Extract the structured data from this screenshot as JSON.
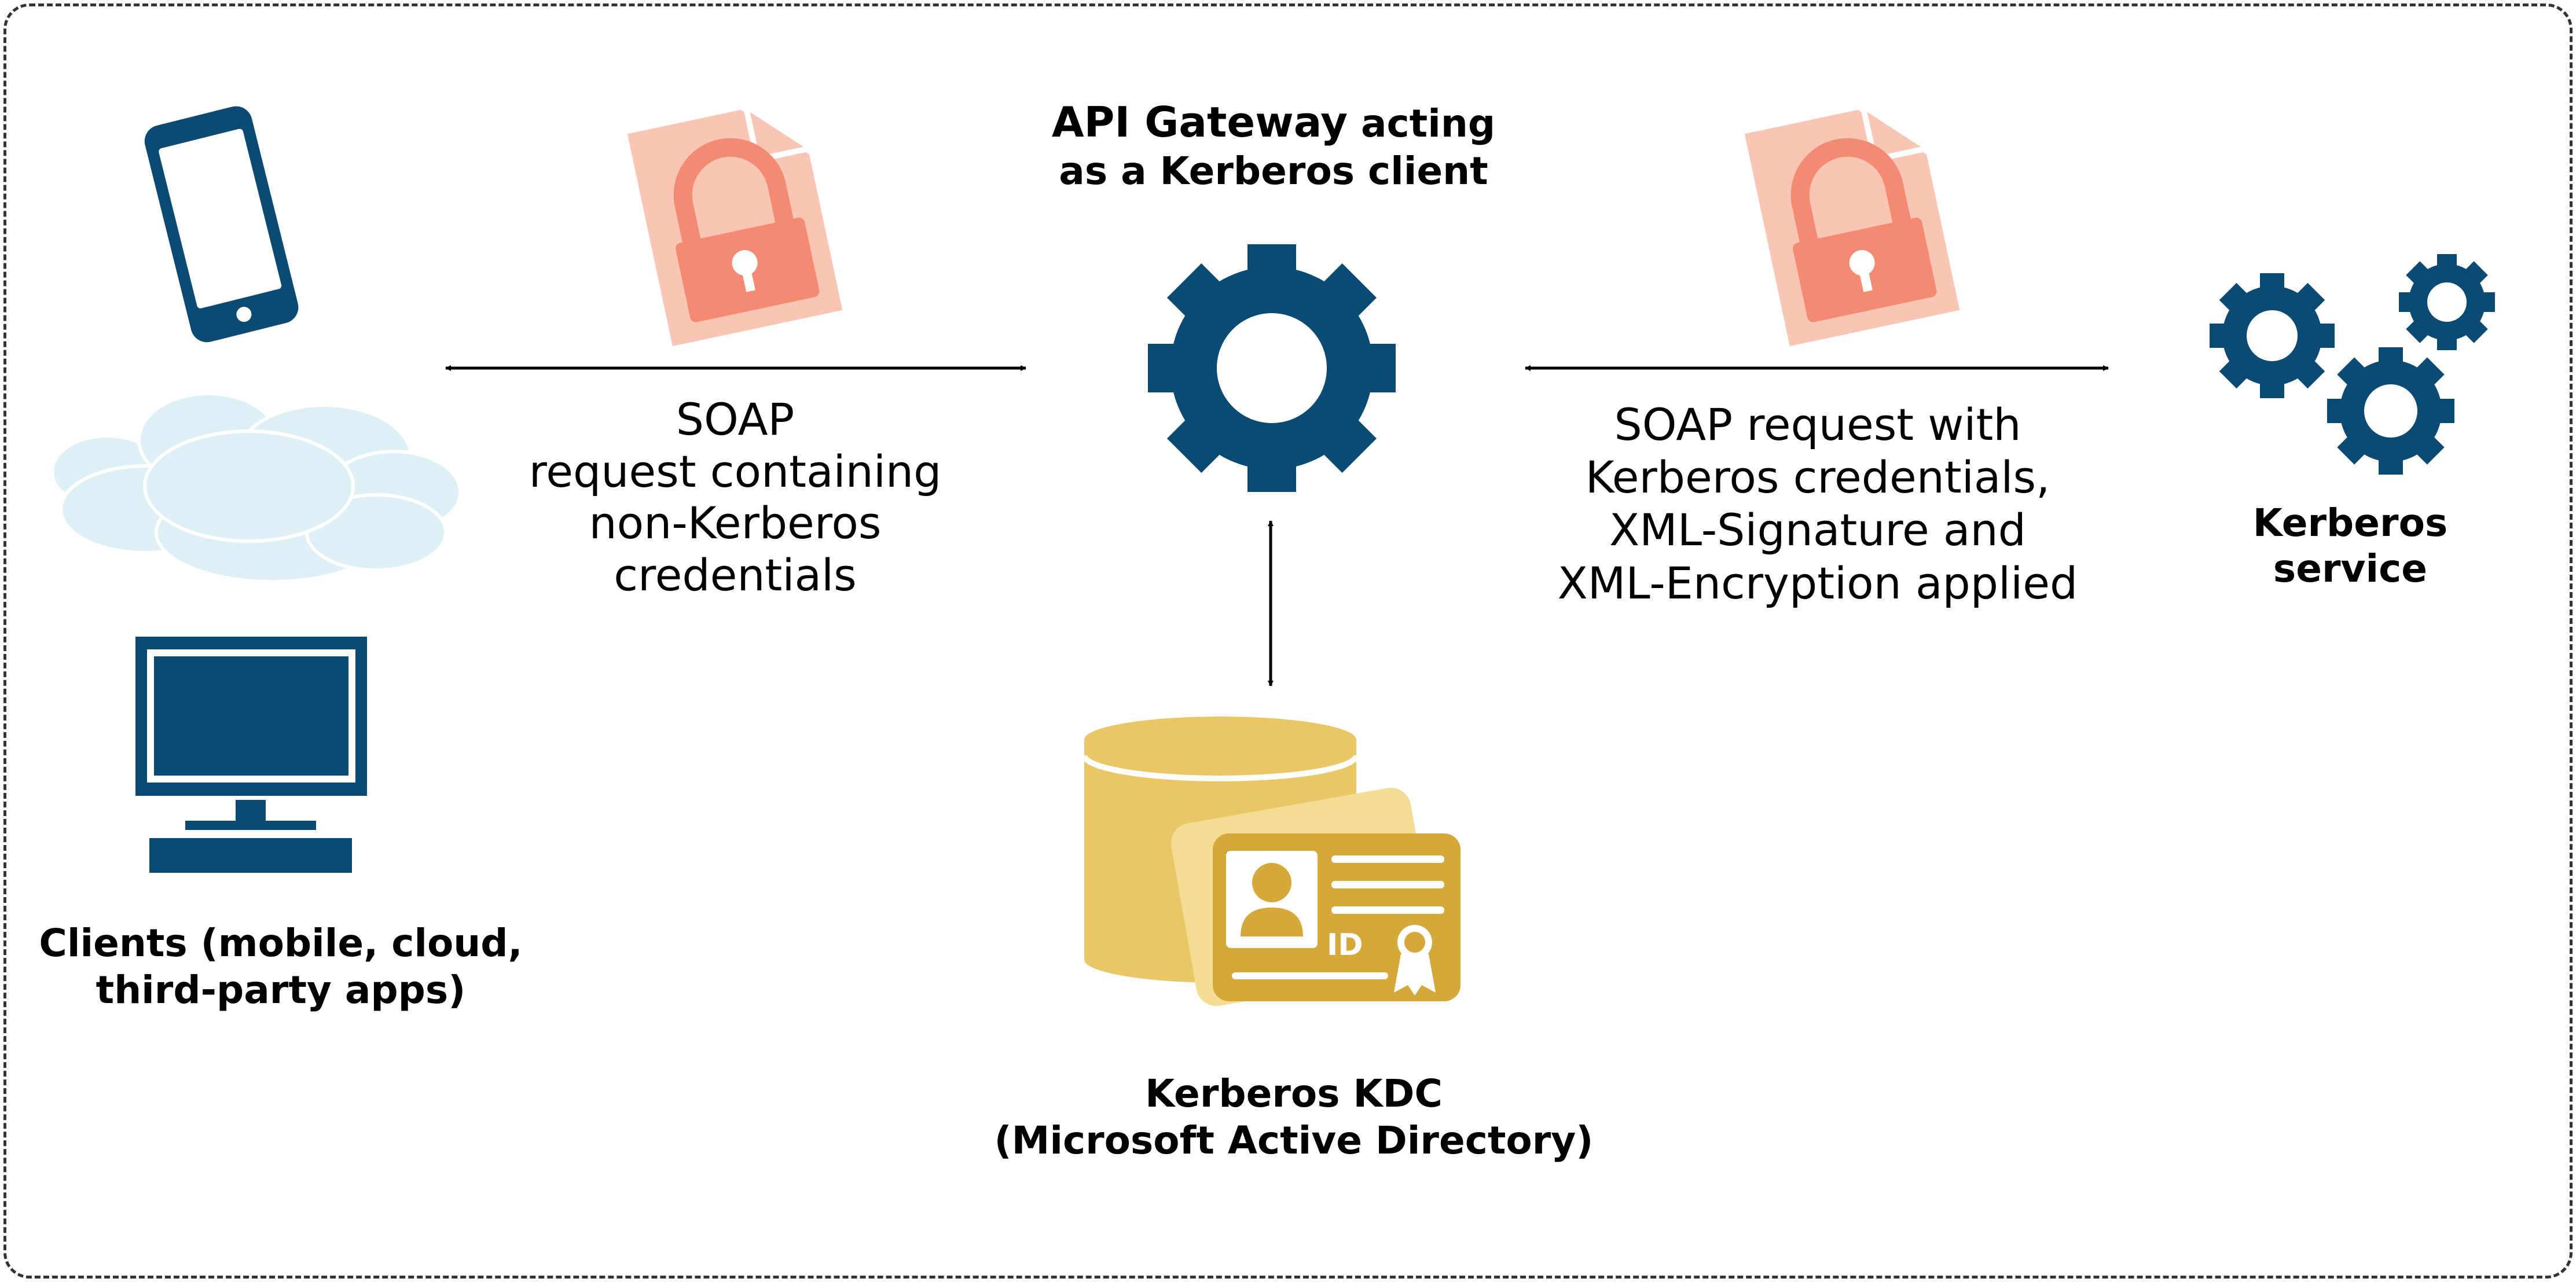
{
  "gateway": {
    "title_bold": "API Gateway",
    "title_rest": " acting",
    "title_line2": "as a Kerberos client"
  },
  "left_message": {
    "lines": [
      "SOAP",
      "request containing",
      "non-Kerberos",
      "credentials"
    ]
  },
  "right_message": {
    "lines": [
      "SOAP request with",
      "Kerberos credentials,",
      "XML-Signature and",
      "XML-Encryption applied"
    ]
  },
  "service": {
    "lines": [
      "Kerberos",
      "service"
    ]
  },
  "clients": {
    "lines": [
      "Clients (mobile, cloud,",
      "third-party apps)"
    ]
  },
  "kdc": {
    "lines": [
      "Kerberos KDC",
      "(Microsoft Active Directory)"
    ],
    "card_text": "ID"
  },
  "icons": {
    "left_document": "locked-document-icon",
    "right_document": "locked-document-icon",
    "gateway": "gear-icon",
    "service": "gears-icon",
    "phone": "mobile-phone-icon",
    "cloud": "cloud-icon",
    "desktop": "desktop-computer-icon",
    "database": "database-icon",
    "id_card": "id-card-icon"
  },
  "colors": {
    "navy": "#0a4a73",
    "doc_light": "#f9c6b6",
    "doc_lock": "#f48a72",
    "gold_light": "#e9c765",
    "gold_card": "#d4a93a",
    "cloud": "#dcf0f6"
  }
}
